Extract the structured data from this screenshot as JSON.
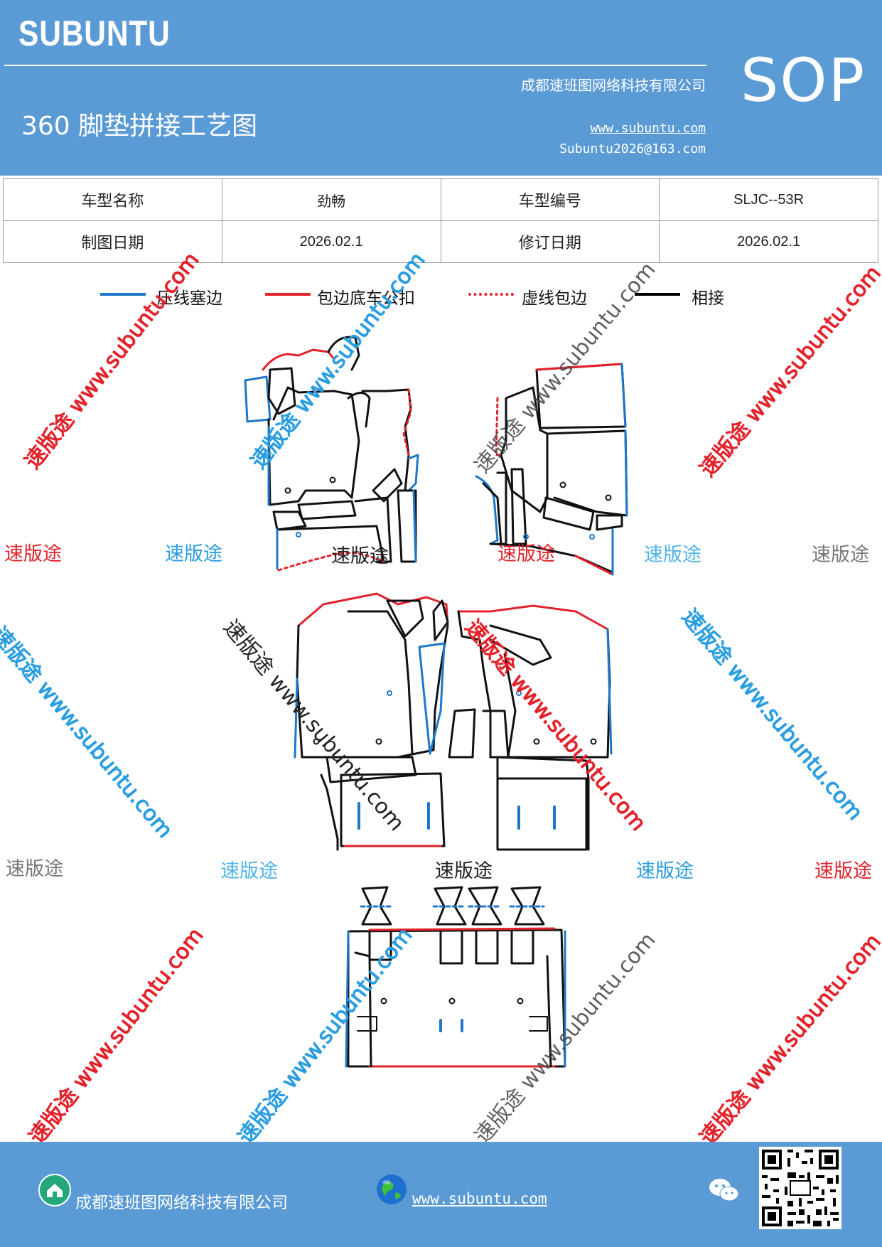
{
  "header": {
    "brand": "SUBUNTU",
    "sop": "SOP",
    "title": "360 脚垫拼接工艺图",
    "company": "成都速班图网络科技有限公司",
    "website": "www.subuntu.com",
    "email": "Subuntu2026@163.com"
  },
  "info_table": {
    "rows": [
      [
        "车型名称",
        "劲畅",
        "车型编号",
        "SLJC--53R"
      ],
      [
        "制图日期",
        "2026.02.1",
        "修订日期",
        "2026.02.1"
      ]
    ]
  },
  "legend": [
    {
      "label": "压线塞边",
      "color": "#1f77c7",
      "style": "solid"
    },
    {
      "label": "包边底车公扣",
      "color": "#e3222b",
      "style": "solid"
    },
    {
      "label": "虚线包边",
      "color": "#e3222b",
      "style": "dotted"
    },
    {
      "label": "相接",
      "color": "#000000",
      "style": "solid"
    }
  ],
  "watermark": {
    "short": "速版途",
    "diagonal": "速版途 www.subuntu.com"
  },
  "footer": {
    "company": "成都速班图网络科技有限公司",
    "website": "www.subuntu.com"
  },
  "icons": [
    "home-icon",
    "globe-icon",
    "wechat-icon",
    "qr-code"
  ],
  "colors": {
    "header_bg": "#5b9bd5",
    "blue_line": "#1f77c7",
    "red_line": "#e3222b",
    "black_line": "#000000"
  }
}
